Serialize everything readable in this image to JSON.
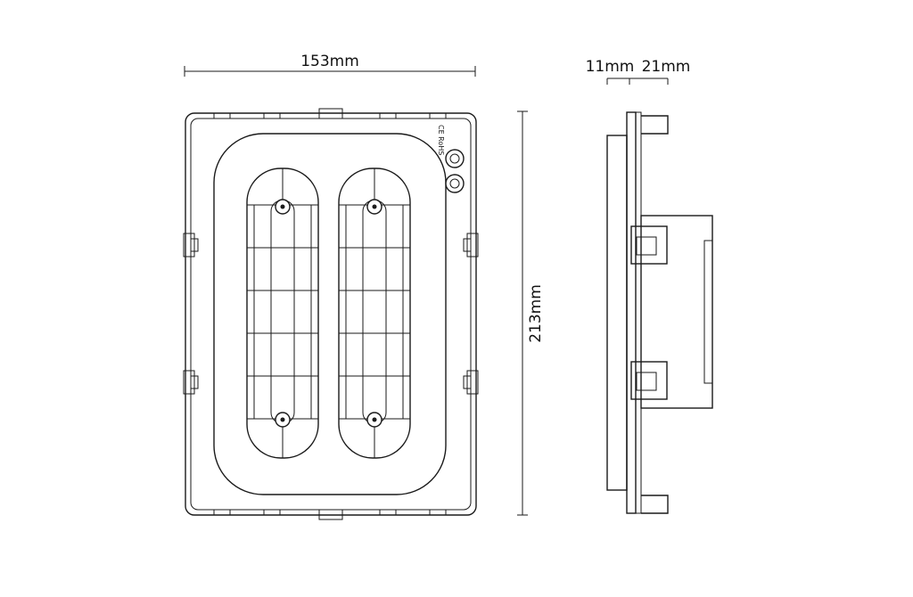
{
  "dimensions": {
    "width": "153mm",
    "height": "213mm",
    "depth_a": "11mm",
    "depth_b": "21mm"
  },
  "markings": {
    "label_text": "CE RoHS"
  }
}
